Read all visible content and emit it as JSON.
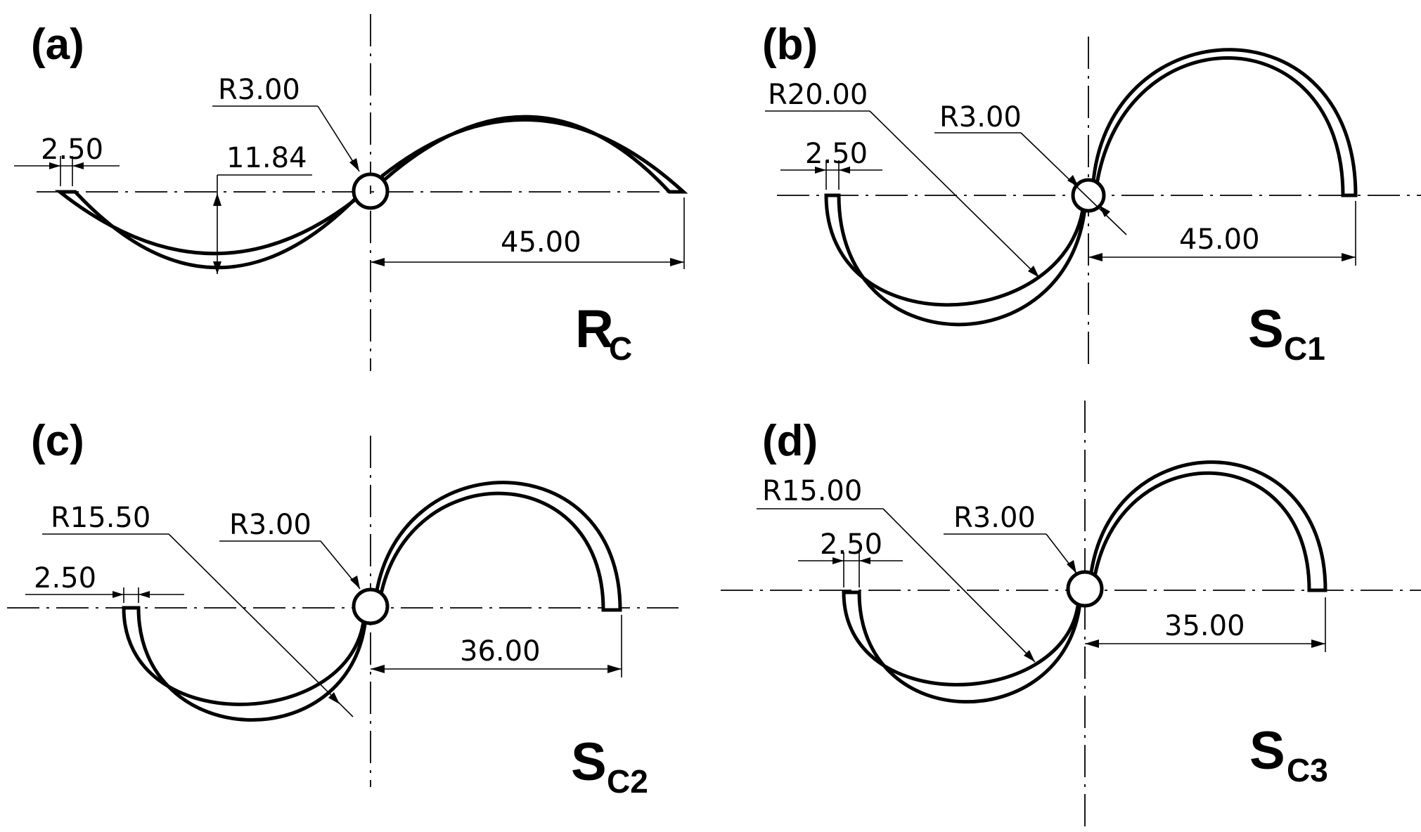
{
  "panels": [
    {
      "label": "(a)",
      "name_main": "R",
      "name_sub": "C",
      "thickness": "2.50",
      "depth": "11.84",
      "joint_radius": "R3.00",
      "span": "45.00"
    },
    {
      "label": "(b)",
      "name_main": "S",
      "name_sub": "C1",
      "thickness": "2.50",
      "arc_radius": "R20.00",
      "joint_radius": "R3.00",
      "span": "45.00"
    },
    {
      "label": "(c)",
      "name_main": "S",
      "name_sub": "C2",
      "thickness": "2.50",
      "arc_radius": "R15.50",
      "joint_radius": "R3.00",
      "span": "36.00"
    },
    {
      "label": "(d)",
      "name_main": "S",
      "name_sub": "C3",
      "thickness": "2.50",
      "arc_radius": "R15.00",
      "joint_radius": "R3.00",
      "span": "35.00"
    }
  ]
}
